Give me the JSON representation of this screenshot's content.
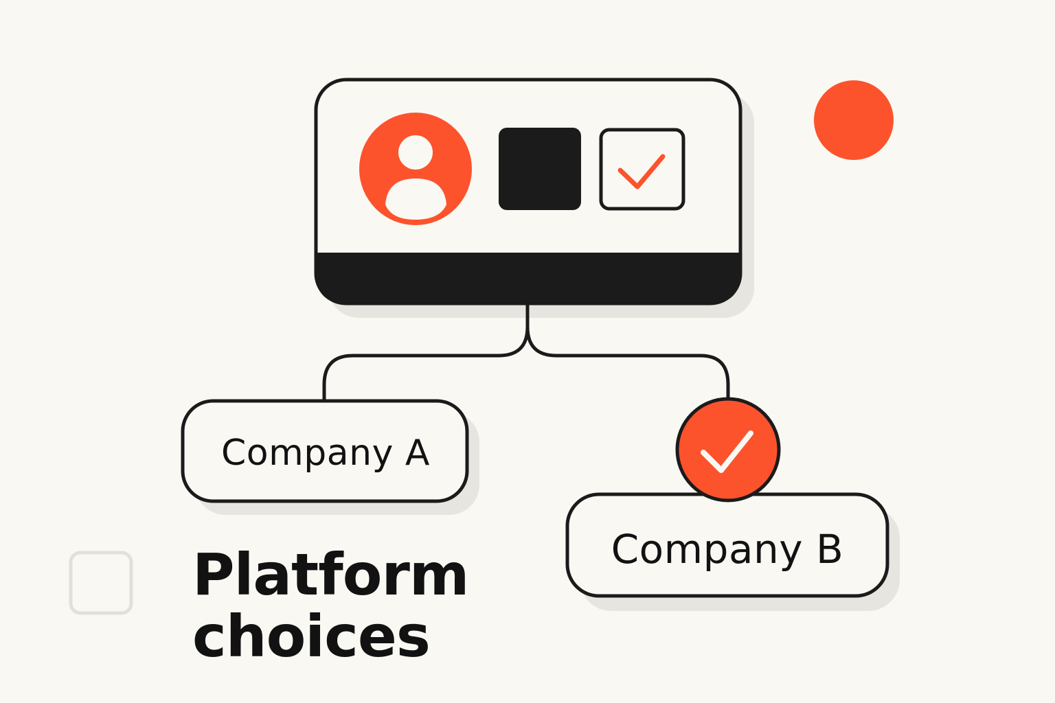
{
  "diagram": {
    "title": {
      "line1": "Platform",
      "line2": "choices"
    },
    "options": [
      {
        "label": "Company A",
        "selected": false
      },
      {
        "label": "Company B",
        "selected": true
      }
    ],
    "icons": {
      "user_avatar": "user-avatar-icon",
      "square_block": "square-block-icon",
      "checkbox_checked": "checkbox-checked-icon",
      "selected_check": "selected-check-icon",
      "decorative_dot": "red-dot-icon",
      "empty_checkbox": "empty-checkbox-icon"
    },
    "colors": {
      "background": "#faf8f3",
      "accent": "#fc532d",
      "ink": "#1b1b1b",
      "shadow": "#e7e5e0"
    }
  }
}
